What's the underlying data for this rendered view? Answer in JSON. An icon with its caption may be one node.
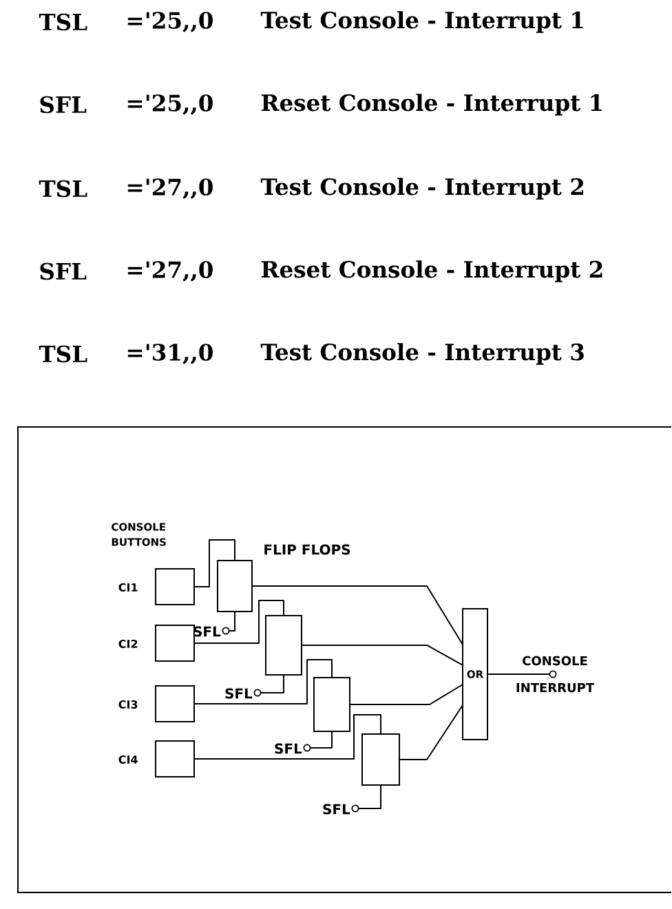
{
  "diagram": {
    "nodes": [
      {
        "text": [],
        "shape": "box",
        "beside": [
          "CI1"
        ]
      },
      {
        "text": [],
        "shape": "box",
        "beside": [
          "CI2"
        ]
      },
      {
        "text": [],
        "shape": "box",
        "beside": [
          "CI3"
        ]
      },
      {
        "text": [],
        "shape": "box",
        "beside": [
          "CI4"
        ]
      },
      {
        "text": [],
        "shape": "box"
      },
      {
        "text": [],
        "shape": "box"
      },
      {
        "text": [],
        "shape": "box"
      },
      {
        "text": [],
        "shape": "box"
      },
      {
        "text": [
          "OR"
        ]
      },
      {
        "text": [
          "CONSOLE INTERRUPT"
        ]
      },
      {
        "text": [],
        "shape": "circle",
        "beside": [
          "SFL"
        ]
      },
      {
        "text": [],
        "shape": "circle",
        "beside": [
          "SFL"
        ]
      },
      {
        "text": [],
        "shape": "circle",
        "beside": [
          "SFL"
        ]
      },
      {
        "text": [],
        "shape": "circle",
        "beside": [
          "SFL"
        ]
      }
    ],
    "edges": [
      {
        "from": 0,
        "to": 4,
        "arrow": "none"
      },
      {
        "from": 1,
        "to": 5,
        "arrow": "none"
      },
      {
        "from": 2,
        "to": 6,
        "arrow": "none"
      },
      {
        "from": 3,
        "to": 7,
        "arrow": "none"
      },
      {
        "from": 4,
        "to": 8,
        "arrow": "none"
      },
      {
        "from": 5,
        "to": 8,
        "arrow": "none"
      },
      {
        "from": 6,
        "to": 8,
        "arrow": "none"
      },
      {
        "from": 7,
        "to": 8,
        "arrow": "none"
      },
      {
        "from": 8,
        "to": 9,
        "arrow": "none"
      },
      {
        "from": 10,
        "to": 4,
        "arrow": "none"
      },
      {
        "from": 11,
        "to": 5,
        "arrow": "none"
      },
      {
        "from": 12,
        "to": 6,
        "arrow": "none"
      },
      {
        "from": 13,
        "to": 7,
        "arrow": "none"
      }
    ],
    "labels": [
      "TSL",
      "='25,,0",
      "Test Console - Interrupt 1",
      "SFL",
      "='25,,0",
      "Reset Console - Interrupt 1",
      "TSL",
      "='27,,0",
      "Test Console - Interrupt 2",
      "SFL",
      "='27,,0",
      "Reset Console - Interrupt 2",
      "TSL",
      "='31,,0",
      "Test Console - Interrupt 3",
      "CONSOLE BUTTONS",
      "FLIP FLOPS"
    ]
  }
}
